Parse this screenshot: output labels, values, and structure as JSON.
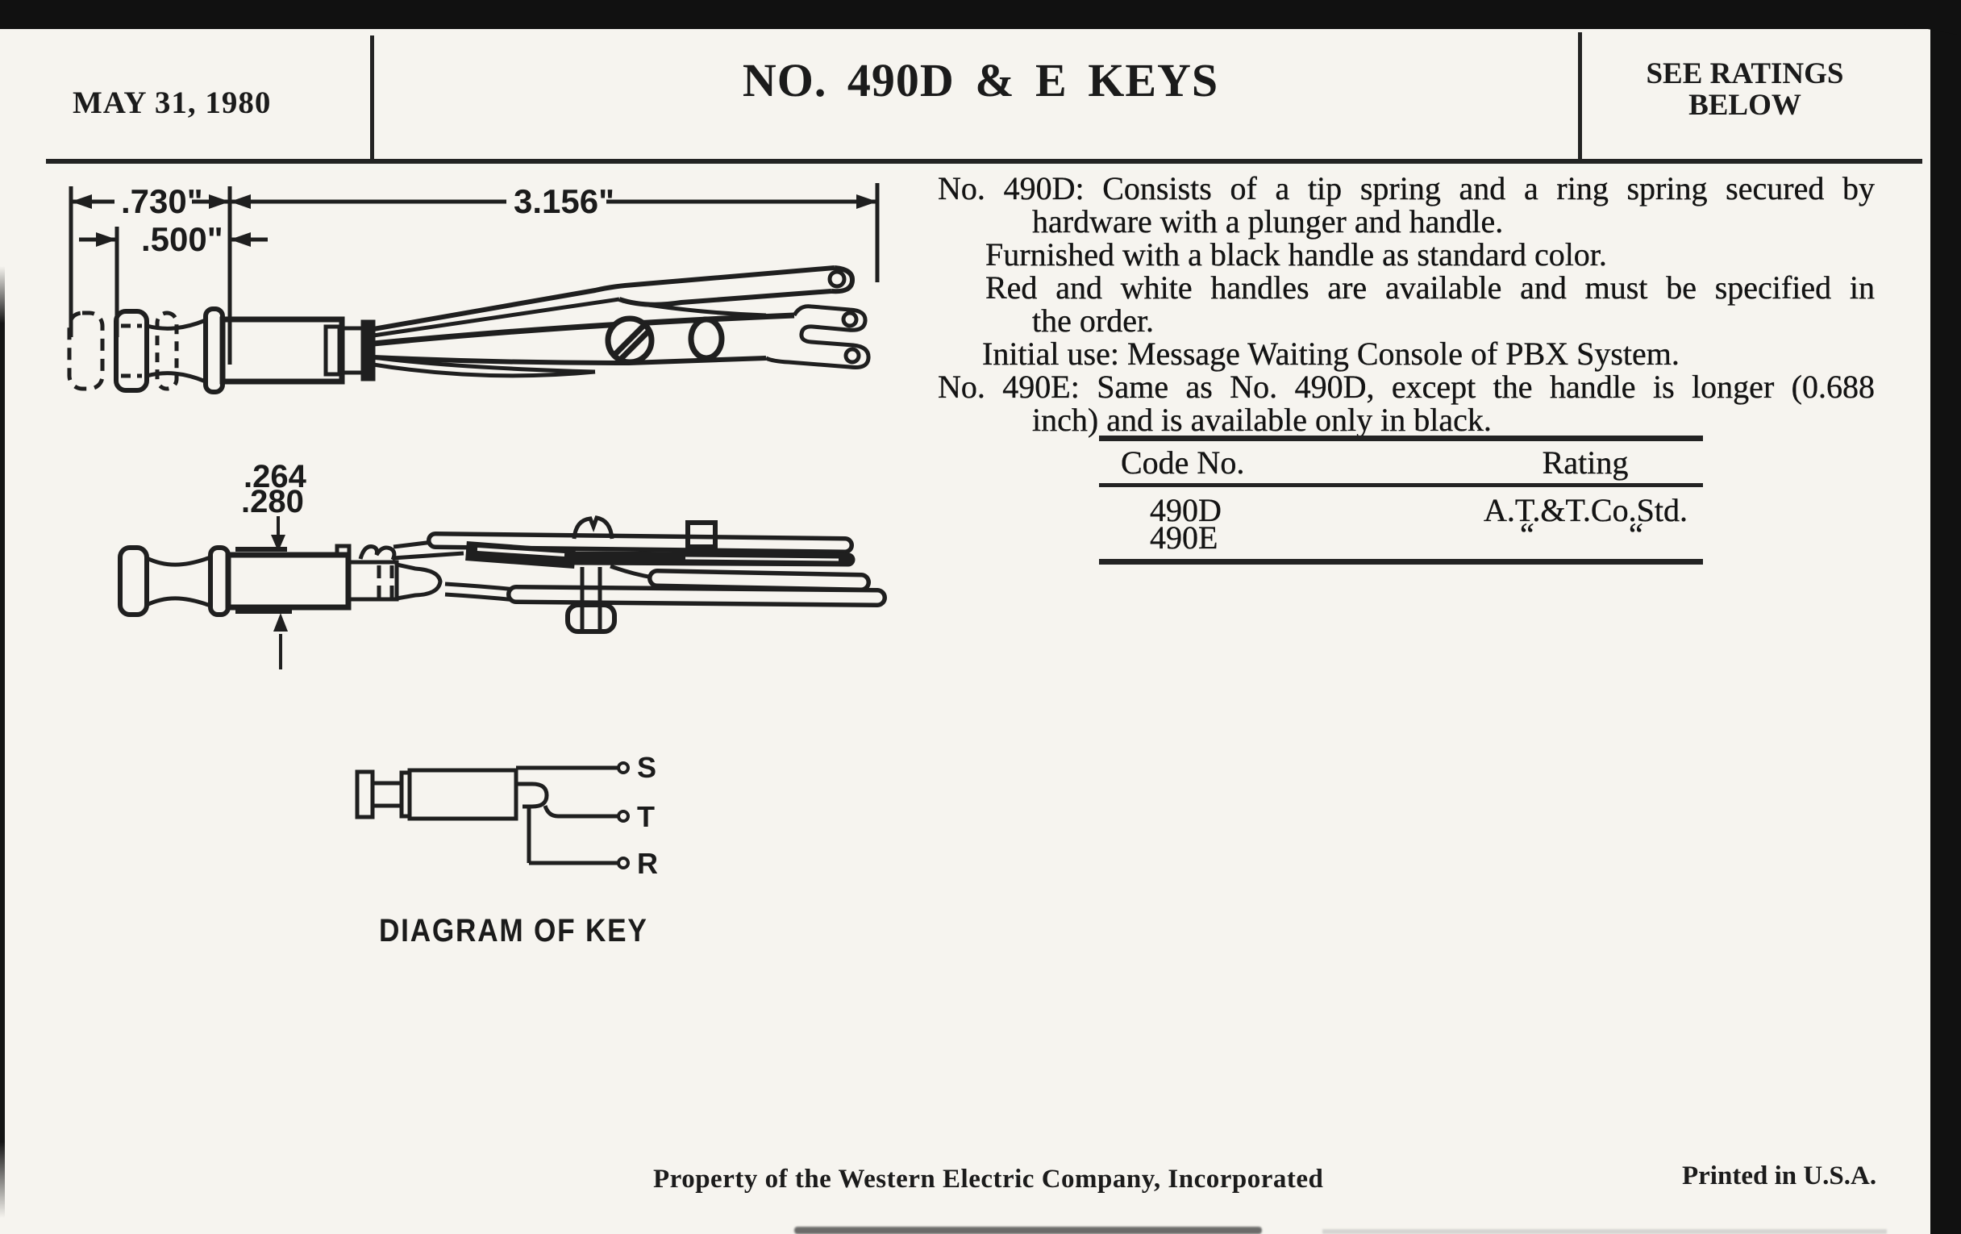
{
  "colors": {
    "paper": "#f6f4ef",
    "ink": "#1f1f1f",
    "scan_band": "#111111"
  },
  "header": {
    "date": "MAY 31, 1980",
    "title": "NO. 490D & E KEYS",
    "ratings_line1": "SEE RATINGS",
    "ratings_line2": "BELOW"
  },
  "description": {
    "lines": [
      "No. 490D: Consists of a tip spring and a ring spring secured by",
      "hardware with a plunger and handle.",
      "Furnished with a black handle as standard color.",
      "Red and white handles are available and must be specified in",
      "the order.",
      "Initial use: Message Waiting Console of PBX System.",
      "No. 490E: Same as No. 490D, except the handle is longer (0.688",
      "inch) and is available only in black."
    ]
  },
  "dimensions": {
    "d730": ".730\"",
    "d3156": "3.156\"",
    "d500": ".500\"",
    "d264": ".264",
    "d280": ".280"
  },
  "schematic": {
    "s": "S",
    "t": "T",
    "r": "R",
    "caption": "DIAGRAM OF KEY"
  },
  "table": {
    "col_code": "Code No.",
    "col_rating": "Rating",
    "rows": [
      {
        "code": "490D",
        "rating": "A.T.&T.Co.Std."
      },
      {
        "code": "490E",
        "ditto_left": "“",
        "ditto_right": "“"
      }
    ]
  },
  "footer": {
    "property": "Property of the Western Electric Company, Incorporated",
    "printed": "Printed in U.S.A."
  }
}
